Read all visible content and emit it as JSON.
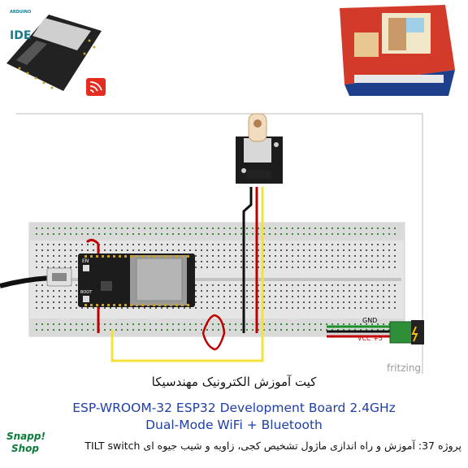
{
  "logo": {
    "arduino_small": "ARDUINO",
    "ide": "IDE"
  },
  "board": {
    "en_label": "EN",
    "boot_label": "BOOT"
  },
  "power": {
    "gnd_label": "GND",
    "vcc_label": "VCC +5"
  },
  "watermark": "fritzing",
  "captions": {
    "kit_title": "کیت آموزش الکترونیک مهندسیکا",
    "board_line1": "ESP-WROOM-32 ESP32  Development Board 2.4GHz",
    "board_line2": "Dual-Mode WiFi + Bluetooth",
    "project": "پروژه 37: آموزش و راه اندازی ماژول تشخیص کجی، زاویه و شیب جیوه ای TILT switch"
  },
  "shop": {
    "line1": "Snapp!",
    "line2": "Shop"
  },
  "colors": {
    "wire_red": "#d40000",
    "wire_yellow": "#f2e23a",
    "wire_black": "#111111",
    "wire_green": "#1a8f2a",
    "breadboard": "#e6e6e6",
    "text_blue": "#1f3fa7"
  }
}
